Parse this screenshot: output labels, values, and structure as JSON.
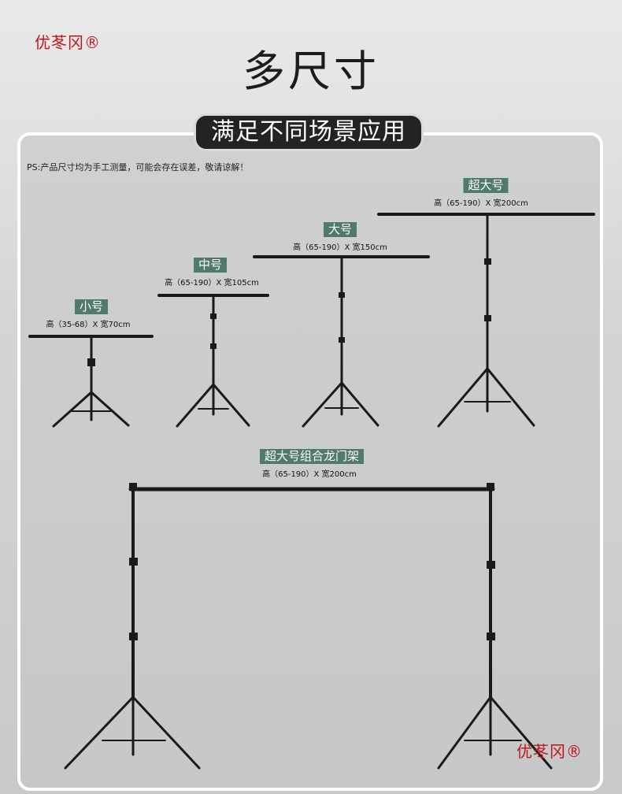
{
  "brand": "优苳冈®",
  "title": "多尺寸",
  "banner": "满足不同场景应用",
  "note": "PS:产品尺寸均为手工测量，可能会存在误差，敬请谅解！",
  "sizes": [
    {
      "label": "小号",
      "dims": "高（35-68）X 宽70cm"
    },
    {
      "label": "中号",
      "dims": "高（65-190）X 宽105cm"
    },
    {
      "label": "大号",
      "dims": "高（65-190）X 宽150cm"
    },
    {
      "label": "超大号",
      "dims": "高（65-190）X 宽200cm"
    }
  ],
  "combo": {
    "label": "超大号组合龙门架",
    "dims": "高（65-190）X 宽200cm"
  },
  "colors": {
    "brand": "#c0161b",
    "tag": "#4f7a6d",
    "stand": "#1a1a1a"
  }
}
